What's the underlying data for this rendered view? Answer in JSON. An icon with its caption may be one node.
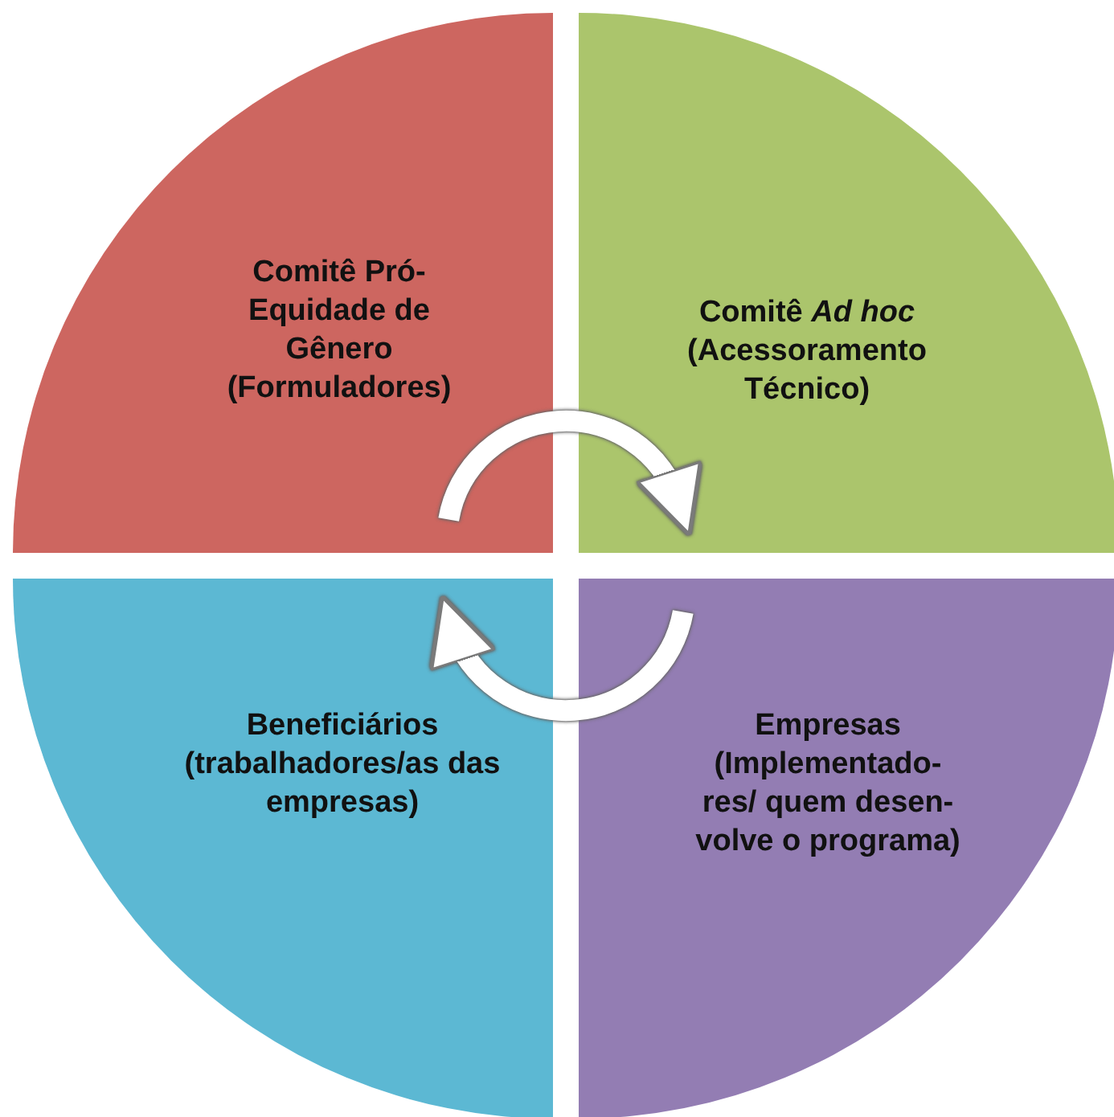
{
  "diagram": {
    "nodes": [
      {
        "text": [
          "Comitê Pró-Equidade de Gênero (Formuladores)"
        ]
      },
      {
        "text": [
          "Comitê *Ad hoc* (Acessoramento Técnico)"
        ]
      },
      {
        "text": [
          "Beneficiários (trabalhadores/as das empresas)"
        ]
      },
      {
        "text": [
          "Empresas (Implementado- res/ quem desen- volve o programa)"
        ]
      }
    ],
    "edges": [
      {
        "from": 0,
        "to": 1,
        "arrow": "to"
      },
      {
        "from": 3,
        "to": 2,
        "arrow": "to"
      }
    ]
  }
}
